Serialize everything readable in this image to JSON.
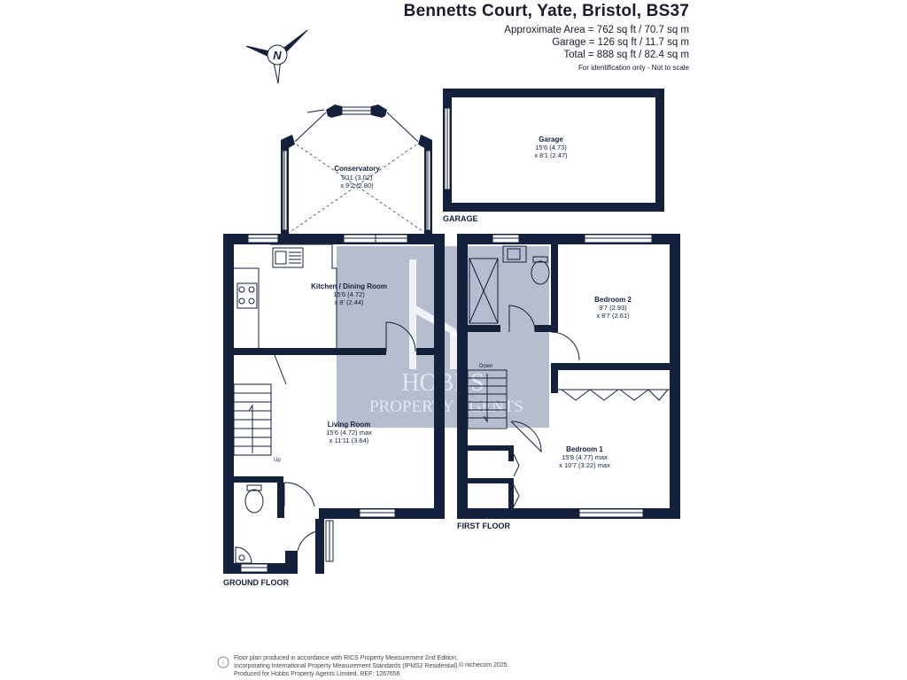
{
  "header": {
    "title": "Bennetts Court, Yate, Bristol, BS37",
    "approx_area": "Approximate Area = 762 sq ft / 70.7 sq m",
    "garage_area": "Garage = 126 sq ft / 11.7 sq m",
    "total_area": "Total = 888 sq ft / 82.4 sq m",
    "note": "For identification only - Not to scale"
  },
  "compass": {
    "label": "N"
  },
  "rooms": {
    "garage": {
      "name": "Garage",
      "dim1": "15'6 (4.73)",
      "dim2": "x 8'1 (2.47)"
    },
    "conservatory": {
      "name": "Conservatory",
      "dim1": "9'11 (3.02)",
      "dim2": "x 9'2 (2.80)"
    },
    "kitchen": {
      "name": "Kitchen / Dining Room",
      "dim1": "15'6 (4.72)",
      "dim2": "x 8' (2.44)"
    },
    "living": {
      "name": "Living Room",
      "dim1": "15'6 (4.72) max",
      "dim2": "x 11'11 (3.64)"
    },
    "bedroom2": {
      "name": "Bedroom 2",
      "dim1": "9'7 (2.93)",
      "dim2": "x 8'7 (2.61)"
    },
    "bedroom1": {
      "name": "Bedroom 1",
      "dim1": "15'8 (4.77) max",
      "dim2": "x 10'7 (3.22) max"
    }
  },
  "labels": {
    "garage_floor": "GARAGE",
    "ground_floor": "GROUND FLOOR",
    "first_floor": "FIRST FLOOR",
    "up": "Up",
    "down": "Down"
  },
  "watermark": {
    "line1": "HOBBS",
    "line2": "PROPERTY AGENTS"
  },
  "footer": {
    "line1": "Floor plan produced in accordance with RICS Property Measurement 2nd Edition,",
    "line2": "Incorporating International Property Measurement Standards (IPMS2 Residential).",
    "line3": "Produced for Hobbs Property Agents Limited.   REF:    1267656",
    "copyright": "© nichecom 2025."
  },
  "colors": {
    "wall": "#14213d",
    "watermark": "#8f9ab3"
  }
}
